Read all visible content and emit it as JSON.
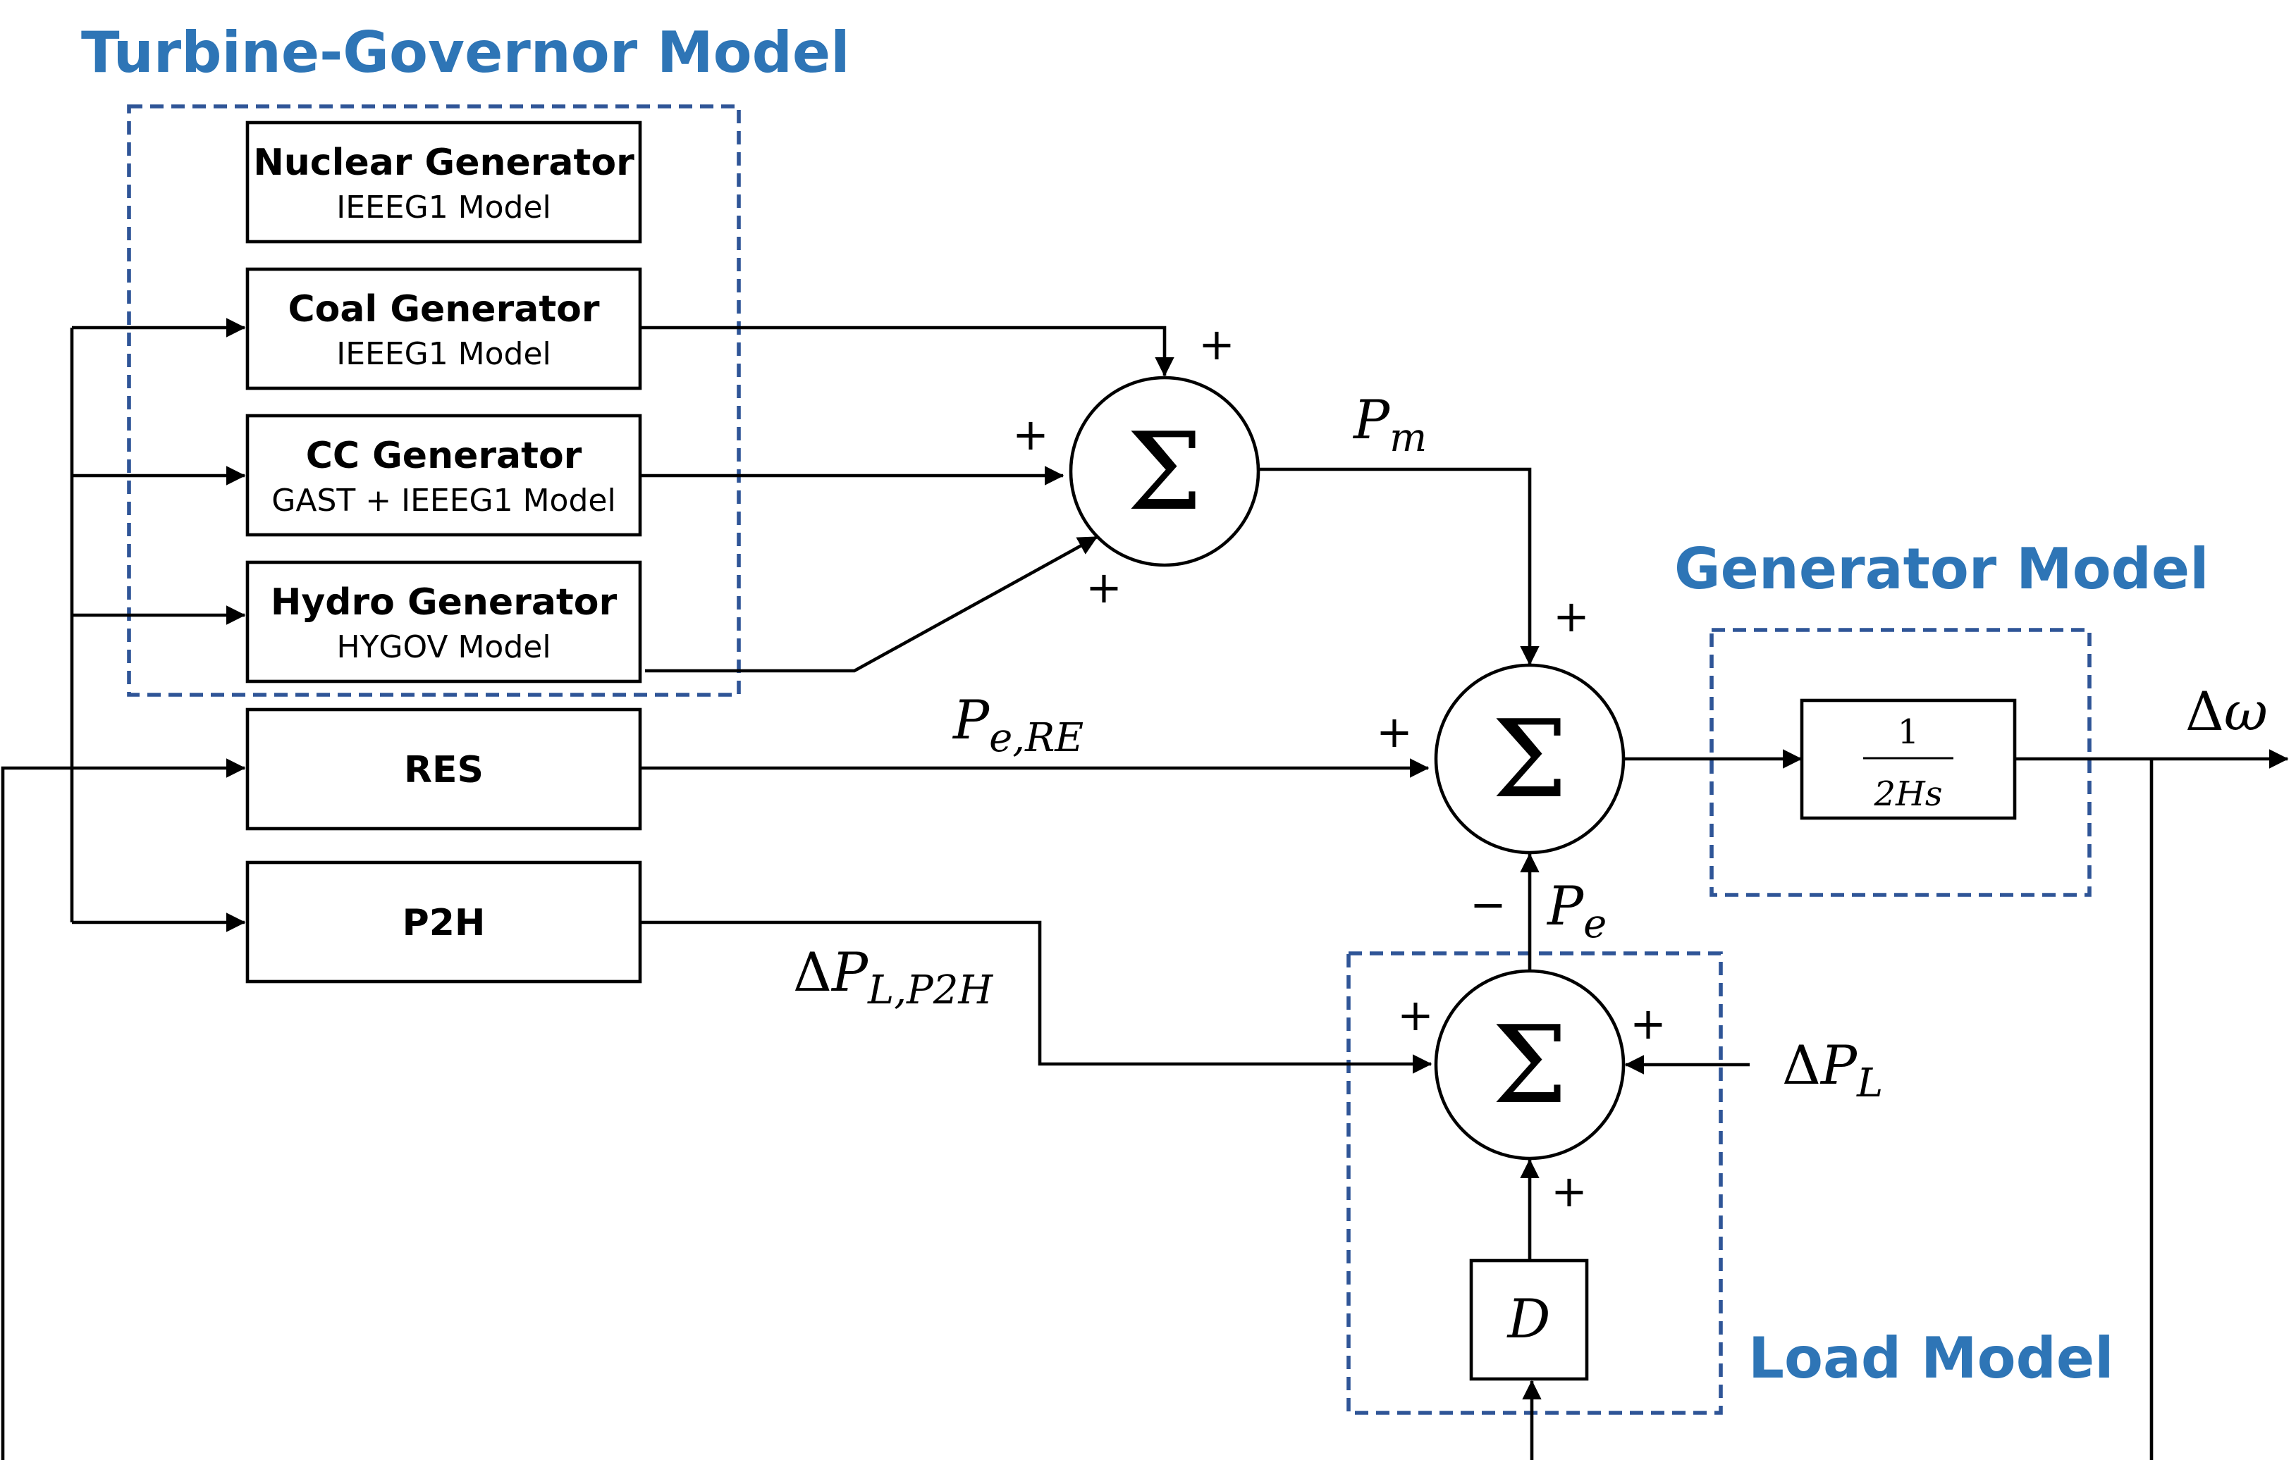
{
  "regions": {
    "turbine_governor": "Turbine-Governor Model",
    "generator": "Generator Model",
    "load": "Load Model"
  },
  "generators": [
    {
      "name": "Nuclear Generator",
      "model": "IEEEG1 Model"
    },
    {
      "name": "Coal Generator",
      "model": "IEEEG1 Model"
    },
    {
      "name": "CC Generator",
      "model": "GAST + IEEEG1 Model"
    },
    {
      "name": "Hydro Generator",
      "model": "HYGOV Model"
    }
  ],
  "res_block": "RES",
  "p2h_block": "P2H",
  "summing_symbol": "Σ",
  "signs": {
    "sum1_top": "+",
    "sum1_left": "+",
    "sum1_bottom": "+",
    "sum2_top": "+",
    "sum2_left": "+",
    "sum2_bottom": "−",
    "sum3_left": "+",
    "sum3_right": "+",
    "sum3_bottom": "+"
  },
  "transfer_function": {
    "numerator": "1",
    "denominator": "2Hs"
  },
  "damping_block": "D",
  "signals": {
    "pm": {
      "base": "P",
      "sub": "m"
    },
    "pe_re": {
      "base": "P",
      "sub": "e,RE"
    },
    "pe": {
      "base": "P",
      "sub": "e"
    },
    "dpl_p2h": {
      "delta": "Δ",
      "base": "P",
      "sub": "L,P2H"
    },
    "dpl": {
      "delta": "Δ",
      "base": "P",
      "sub": "L"
    },
    "domega": {
      "delta": "Δ",
      "base": "ω"
    }
  },
  "colors": {
    "region_title": "#2e75b6",
    "region_border": "#2f5597",
    "lines": "#000000"
  }
}
